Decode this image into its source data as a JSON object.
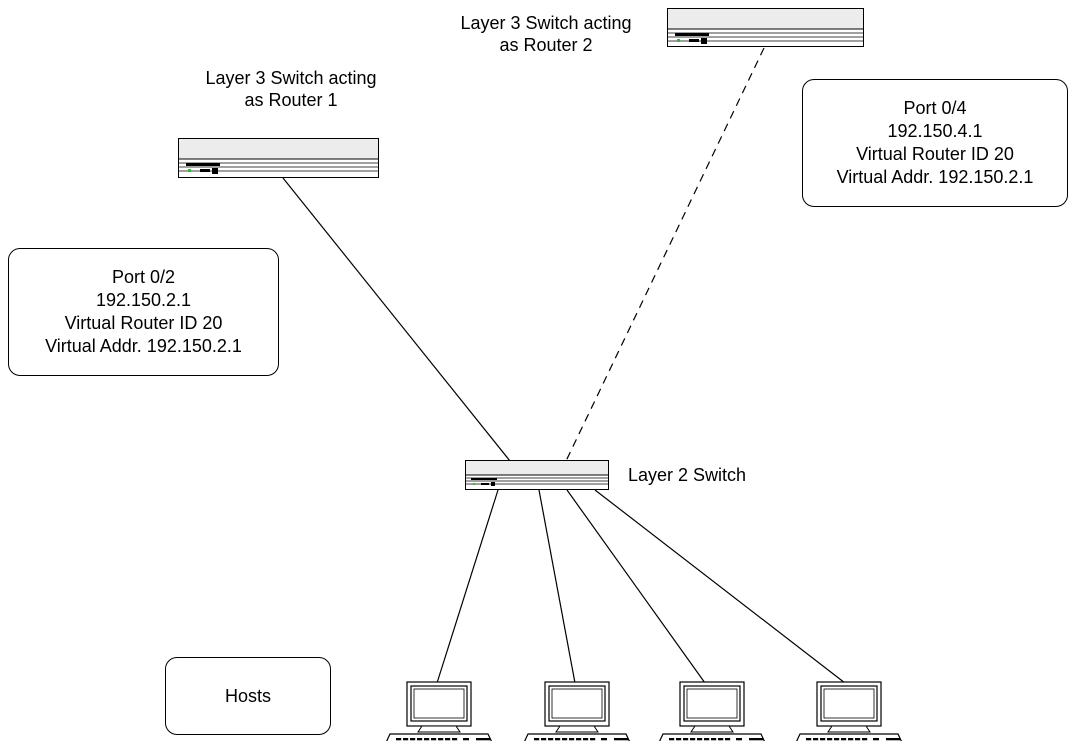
{
  "router1": {
    "caption_lines": [
      "Layer 3 Switch acting",
      "as Router 1"
    ],
    "port_box": [
      "Port 0/2",
      "192.150.2.1",
      "Virtual Router ID  20",
      "Virtual Addr. 192.150.2.1"
    ]
  },
  "router2": {
    "caption_lines": [
      "Layer 3 Switch acting",
      "as Router 2"
    ],
    "port_box": [
      "Port 0/4",
      "192.150.4.1",
      "Virtual Router ID  20",
      "Virtual Addr. 192.150.2.1"
    ]
  },
  "l2switch": {
    "caption": "Layer 2 Switch"
  },
  "hosts": {
    "label": "Hosts",
    "count": 4
  },
  "links": [
    {
      "from": "router1",
      "to": "l2switch",
      "style": "solid"
    },
    {
      "from": "router2",
      "to": "l2switch",
      "style": "dashed"
    },
    {
      "from": "l2switch",
      "to": "host-1",
      "style": "solid"
    },
    {
      "from": "l2switch",
      "to": "host-2",
      "style": "solid"
    },
    {
      "from": "l2switch",
      "to": "host-3",
      "style": "solid"
    },
    {
      "from": "l2switch",
      "to": "host-4",
      "style": "solid"
    }
  ]
}
